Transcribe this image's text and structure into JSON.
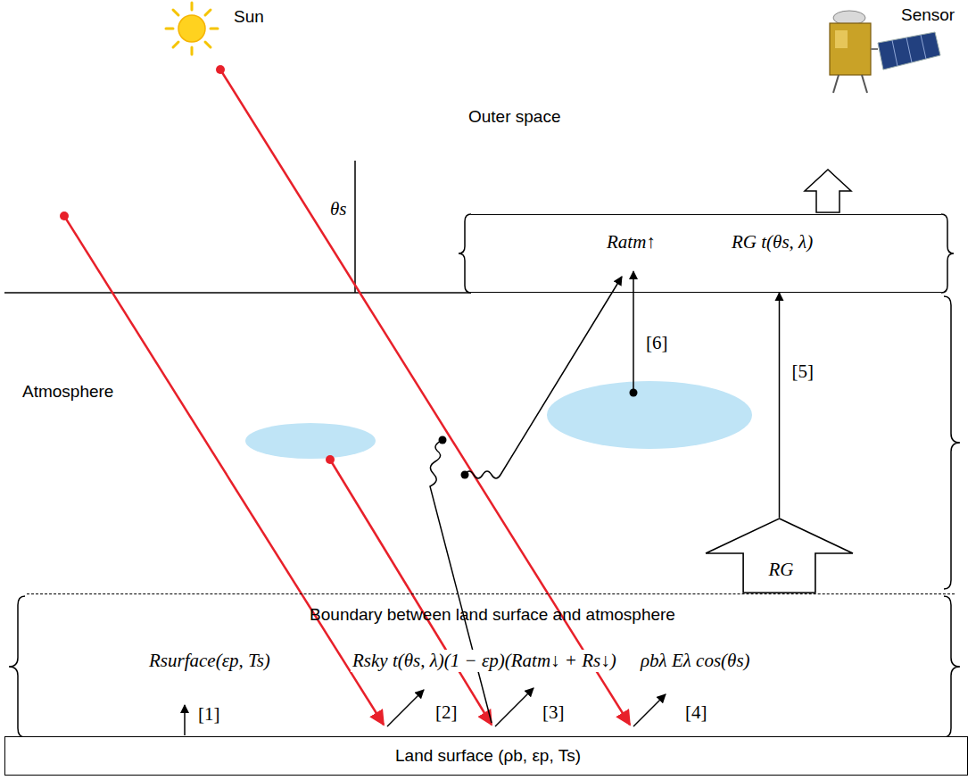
{
  "diagram": {
    "nodes": [
      {
        "text": [
          "Ratm↑",
          "RG t(θs, λ)"
        ]
      },
      {
        "text": [
          "RG"
        ]
      },
      {
        "text": [
          "Boundary between land surface and atmosphere",
          "Rsurface(εp, Ts)",
          "Rsky t(θs, λ)(1 − εp)(Ratm↓ + Rs↓)",
          "ρbλ Eλ cos(θs)"
        ]
      },
      {
        "text": [
          "Land surface (ρb, εp, Ts)"
        ]
      }
    ],
    "edges": [
      {
        "from": 1,
        "to": 0,
        "arrow": "to",
        "label": "[5]"
      }
    ],
    "labels": [
      "Sun",
      "Outer space",
      "Sensor",
      "θs",
      "Atmosphere",
      "[6]",
      "[1]",
      "[2]",
      "[3]",
      "[4]"
    ]
  }
}
